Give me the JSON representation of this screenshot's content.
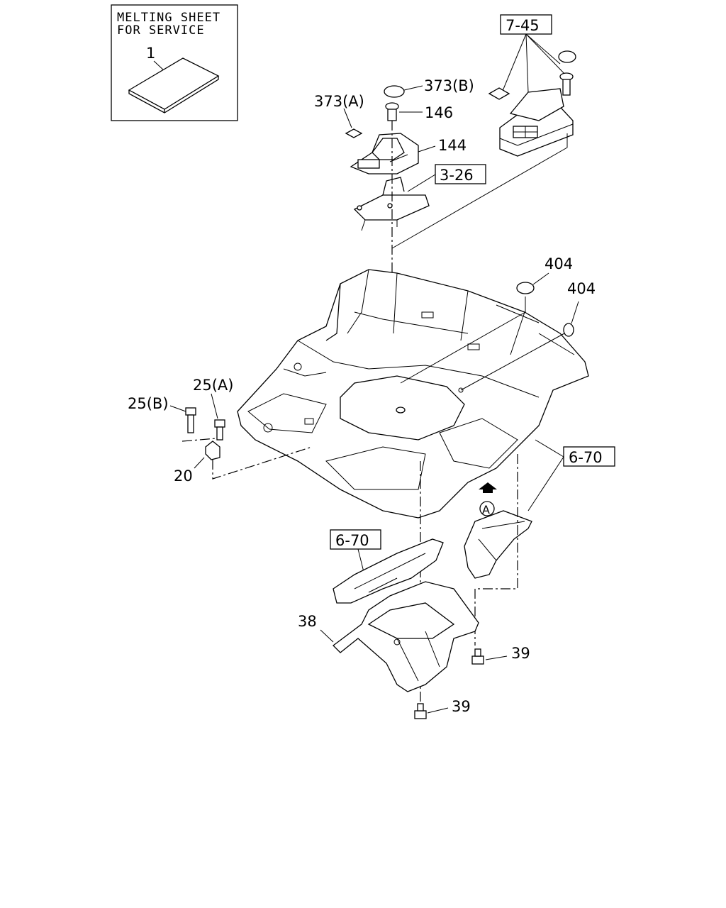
{
  "note_box": {
    "line1": "MELTING SHEET",
    "line2": "FOR SERVICE",
    "item": "1"
  },
  "labels": {
    "ref_7_45": "7-45",
    "p373b": "373(B)",
    "p373a": "373(A)",
    "p146": "146",
    "p144": "144",
    "ref_3_26": "3-26",
    "p404_upper": "404",
    "p404_lower": "404",
    "p25a": "25(A)",
    "p25b": "25(B)",
    "p20": "20",
    "ref_6_70_right": "6-70",
    "view_a": "A",
    "ref_6_70_left": "6-70",
    "p38": "38",
    "p39_right": "39",
    "p39_bottom": "39"
  },
  "icons": {
    "front_arrow": "front-direction-arrow-icon"
  }
}
